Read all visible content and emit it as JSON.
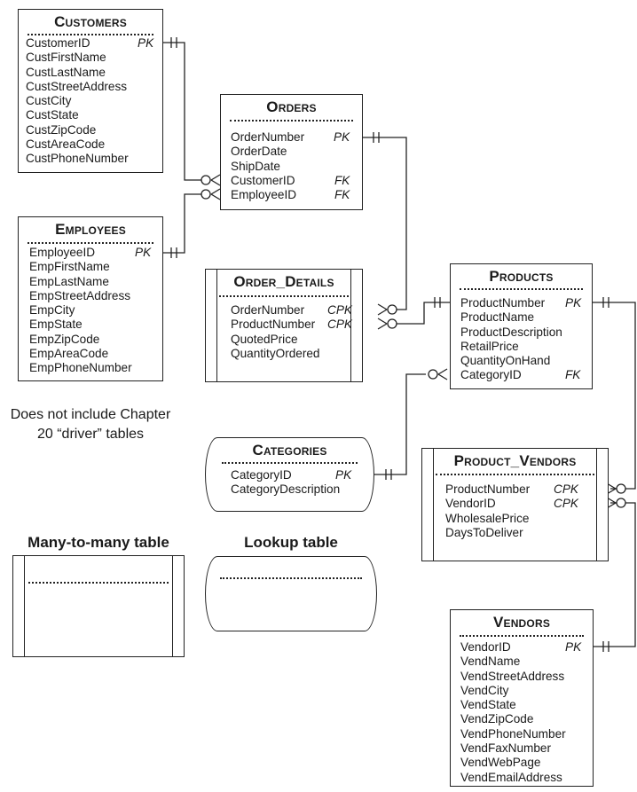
{
  "entities": {
    "customers": {
      "title": "Customers",
      "fields": [
        {
          "name": "CustomerID",
          "key": "PK"
        },
        {
          "name": "CustFirstName",
          "key": ""
        },
        {
          "name": "CustLastName",
          "key": ""
        },
        {
          "name": "CustStreetAddress",
          "key": ""
        },
        {
          "name": "CustCity",
          "key": ""
        },
        {
          "name": "CustState",
          "key": ""
        },
        {
          "name": "CustZipCode",
          "key": ""
        },
        {
          "name": "CustAreaCode",
          "key": ""
        },
        {
          "name": "CustPhoneNumber",
          "key": ""
        }
      ]
    },
    "employees": {
      "title": "Employees",
      "fields": [
        {
          "name": "EmployeeID",
          "key": "PK"
        },
        {
          "name": "EmpFirstName",
          "key": ""
        },
        {
          "name": "EmpLastName",
          "key": ""
        },
        {
          "name": "EmpStreetAddress",
          "key": ""
        },
        {
          "name": "EmpCity",
          "key": ""
        },
        {
          "name": "EmpState",
          "key": ""
        },
        {
          "name": "EmpZipCode",
          "key": ""
        },
        {
          "name": "EmpAreaCode",
          "key": ""
        },
        {
          "name": "EmpPhoneNumber",
          "key": ""
        }
      ]
    },
    "orders": {
      "title": "Orders",
      "fields": [
        {
          "name": "OrderNumber",
          "key": "PK"
        },
        {
          "name": "OrderDate",
          "key": ""
        },
        {
          "name": "ShipDate",
          "key": ""
        },
        {
          "name": "CustomerID",
          "key": "FK"
        },
        {
          "name": "EmployeeID",
          "key": "FK"
        }
      ]
    },
    "order_details": {
      "title": "Order_Details",
      "fields": [
        {
          "name": "OrderNumber",
          "key": "CPK"
        },
        {
          "name": "ProductNumber",
          "key": "CPK"
        },
        {
          "name": "QuotedPrice",
          "key": ""
        },
        {
          "name": "QuantityOrdered",
          "key": ""
        }
      ]
    },
    "products": {
      "title": "Products",
      "fields": [
        {
          "name": "ProductNumber",
          "key": "PK"
        },
        {
          "name": "ProductName",
          "key": ""
        },
        {
          "name": "ProductDescription",
          "key": ""
        },
        {
          "name": "RetailPrice",
          "key": ""
        },
        {
          "name": "QuantityOnHand",
          "key": ""
        },
        {
          "name": "CategoryID",
          "key": "FK"
        }
      ]
    },
    "categories": {
      "title": "Categories",
      "fields": [
        {
          "name": "CategoryID",
          "key": "PK"
        },
        {
          "name": "CategoryDescription",
          "key": ""
        }
      ]
    },
    "product_vendors": {
      "title": "Product_Vendors",
      "fields": [
        {
          "name": "ProductNumber",
          "key": "CPK"
        },
        {
          "name": "VendorID",
          "key": "CPK"
        },
        {
          "name": "WholesalePrice",
          "key": ""
        },
        {
          "name": "DaysToDeliver",
          "key": ""
        }
      ]
    },
    "vendors": {
      "title": "Vendors",
      "fields": [
        {
          "name": "VendorID",
          "key": "PK"
        },
        {
          "name": "VendName",
          "key": ""
        },
        {
          "name": "VendStreetAddress",
          "key": ""
        },
        {
          "name": "VendCity",
          "key": ""
        },
        {
          "name": "VendState",
          "key": ""
        },
        {
          "name": "VendZipCode",
          "key": ""
        },
        {
          "name": "VendPhoneNumber",
          "key": ""
        },
        {
          "name": "VendFaxNumber",
          "key": ""
        },
        {
          "name": "VendWebPage",
          "key": ""
        },
        {
          "name": "VendEmailAddress",
          "key": ""
        }
      ]
    }
  },
  "note": {
    "line1": "Does not include Chapter",
    "line2": "20 “driver” tables"
  },
  "legend": {
    "many_to_many": "Many-to-many table",
    "lookup": "Lookup table"
  },
  "relationships": [
    {
      "from": "Customers",
      "to": "Orders",
      "type": "one-to-many"
    },
    {
      "from": "Employees",
      "to": "Orders",
      "type": "one-to-many"
    },
    {
      "from": "Orders",
      "to": "Order_Details",
      "type": "one-to-many"
    },
    {
      "from": "Products",
      "to": "Order_Details",
      "type": "one-to-many"
    },
    {
      "from": "Categories",
      "to": "Products",
      "type": "one-to-many"
    },
    {
      "from": "Products",
      "to": "Product_Vendors",
      "type": "one-to-many"
    },
    {
      "from": "Vendors",
      "to": "Product_Vendors",
      "type": "one-to-many"
    }
  ]
}
